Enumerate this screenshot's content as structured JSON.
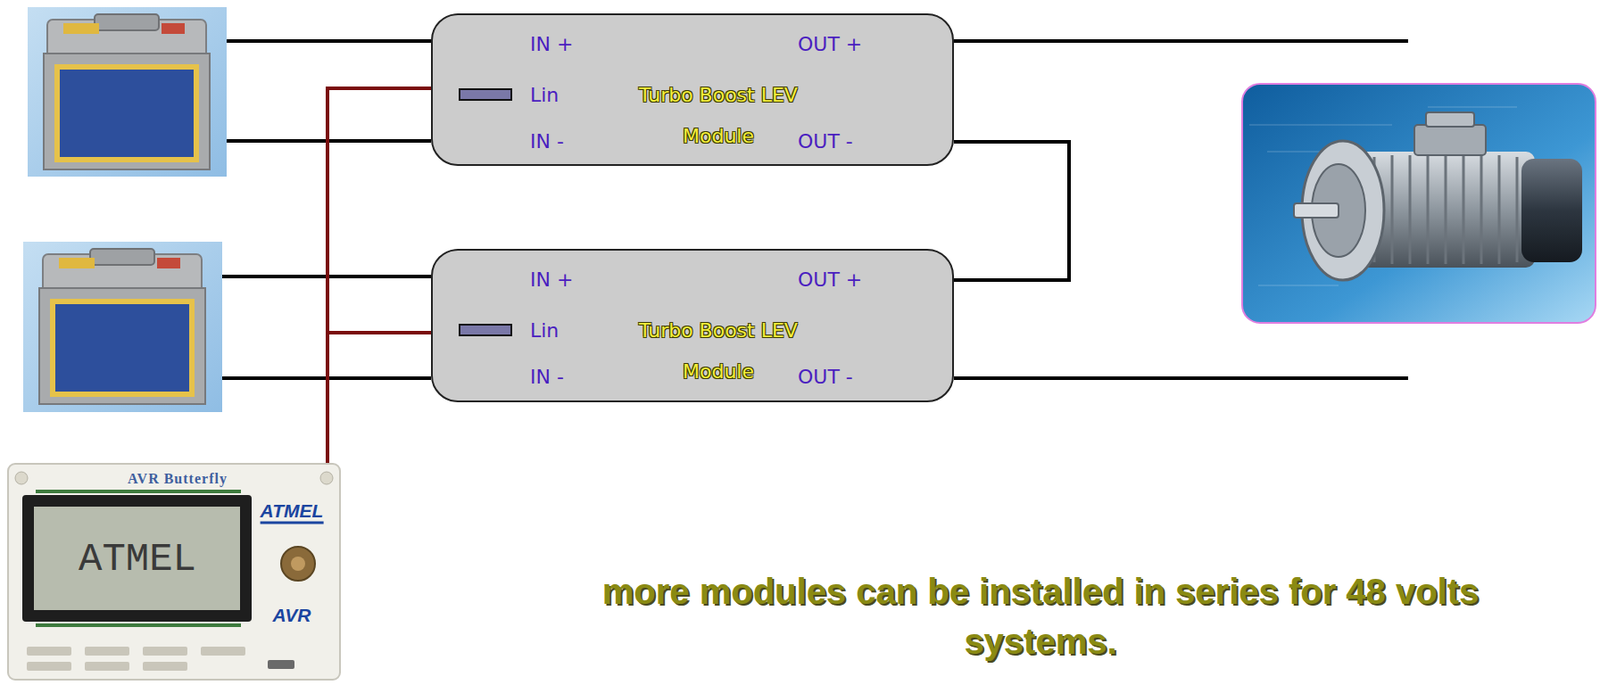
{
  "diagram": {
    "caption": "more modules can be installed in series for 48 volts systems.",
    "nodes": [
      {
        "text": [
          "IN +",
          "OUT +",
          "Lin",
          "Turbo Boost LEV Module",
          "IN -",
          "OUT -"
        ]
      },
      {
        "text": [
          "IN +",
          "OUT +",
          "Lin",
          "Turbo Boost LEV Module",
          "IN -",
          "OUT -"
        ]
      }
    ],
    "edges": [
      {
        "from": 0,
        "to": 1,
        "arrow": "none"
      }
    ],
    "labels": [
      "AVR Butterfly",
      "ATMEL",
      "ATMEL",
      "AVR"
    ]
  }
}
